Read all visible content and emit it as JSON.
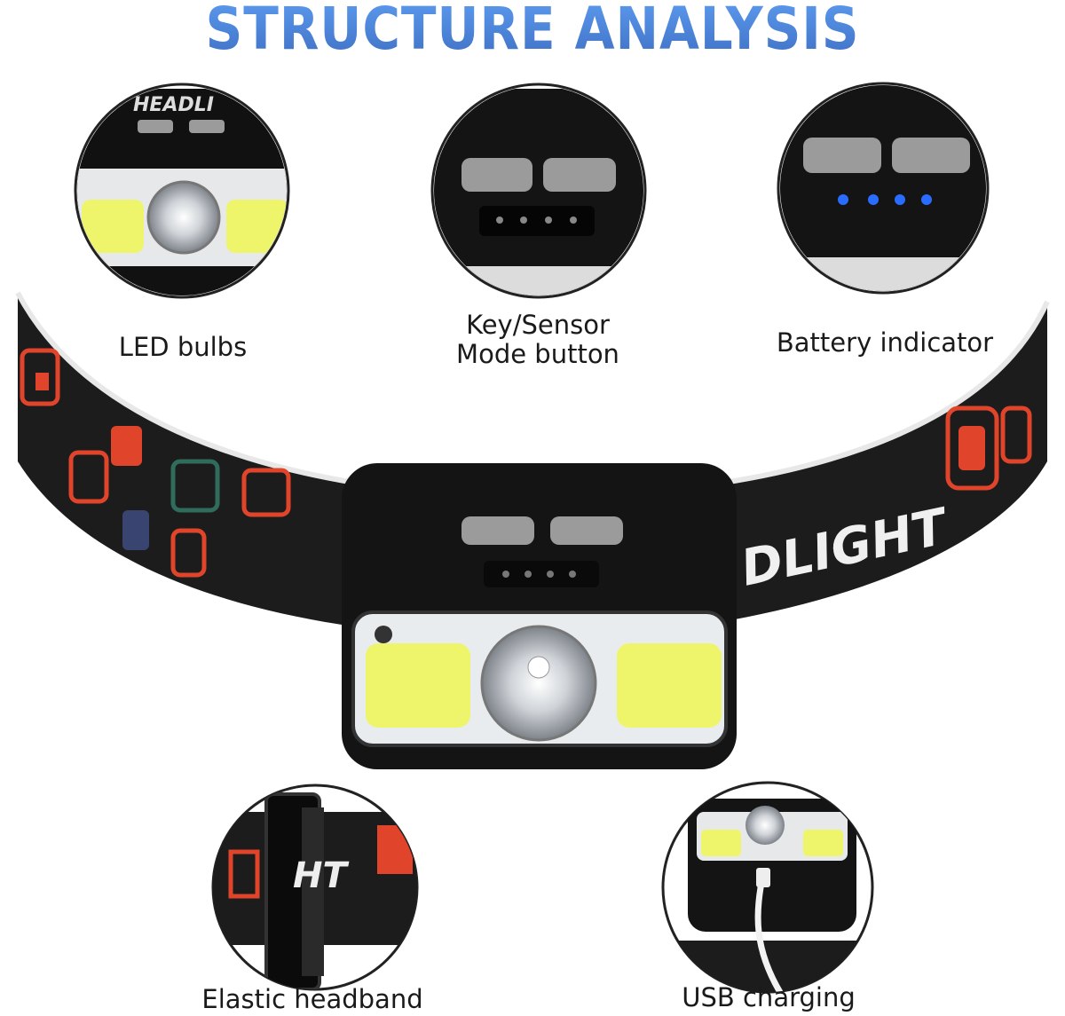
{
  "title": "STRUCTURE ANALYSIS",
  "features": [
    {
      "label": "LED bulbs"
    },
    {
      "label_line1": "Key/Sensor",
      "label_line2": "Mode button"
    },
    {
      "label": "Battery indicator"
    },
    {
      "label": "Elastic headband"
    },
    {
      "label": "USB charging"
    }
  ],
  "product": {
    "band_print": "DLIGHT",
    "detail_band_print": "HT",
    "top_print": "HEADLI"
  },
  "colors": {
    "title": "#4a82d6",
    "cob": "#e9f55a",
    "band": "#1c1c1c",
    "band_pattern": "#e0442a",
    "battery_led": "#2a6cff"
  }
}
